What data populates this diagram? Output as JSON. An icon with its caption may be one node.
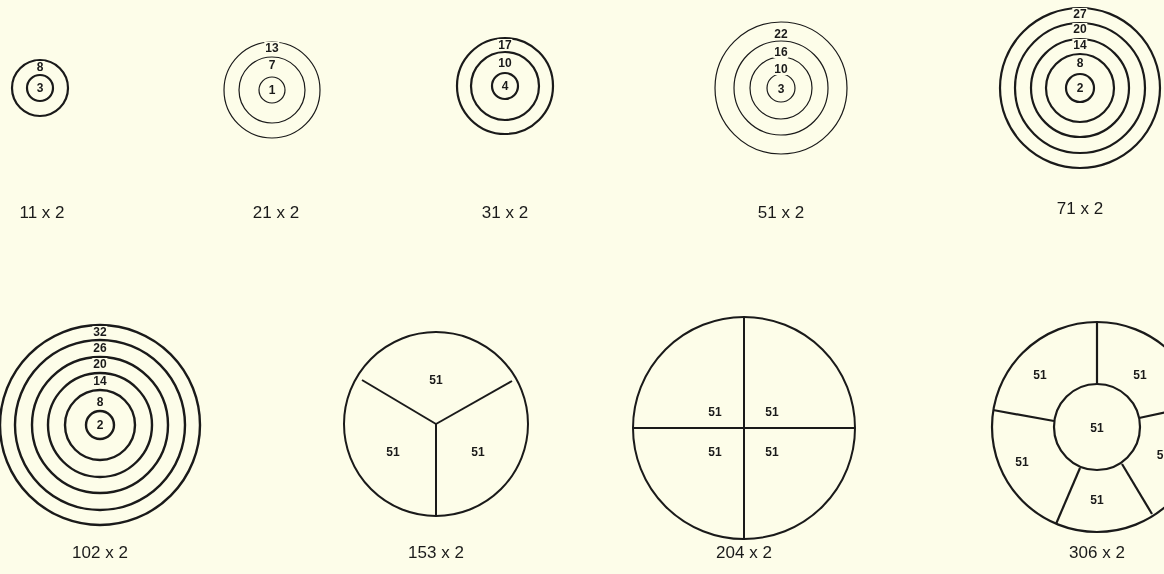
{
  "diagram": {
    "labels": [
      "8",
      "3",
      "11 x 2",
      "13",
      "7",
      "1",
      "21 x 2",
      "17",
      "10",
      "4",
      "31 x 2",
      "22",
      "16",
      "10",
      "3",
      "51 x 2",
      "27",
      "20",
      "14",
      "8",
      "2",
      "71 x 2",
      "32",
      "26",
      "20",
      "14",
      "8",
      "2",
      "102 x 2",
      "51",
      "51",
      "51",
      "153 x 2",
      "51",
      "51",
      "51",
      "51",
      "204 x 2",
      "51",
      "51",
      "51",
      "51",
      "51",
      "5",
      "306 x 2"
    ]
  }
}
